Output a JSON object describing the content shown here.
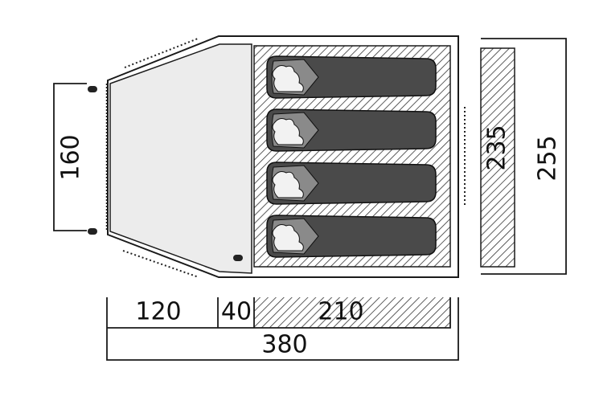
{
  "dimensions": {
    "vestibule_length": "120",
    "porch_gap": "40",
    "inner_length": "210",
    "total_length": "380",
    "entrance_width": "160",
    "inner_width": "235",
    "total_width": "255"
  },
  "sleepers": 4,
  "colors": {
    "outline": "#1a1a1a",
    "vestibule_fill": "#ececec",
    "inner_fill": "#f4f4f4",
    "bag_fill": "#4a4a4a",
    "hatch": "#333333"
  }
}
